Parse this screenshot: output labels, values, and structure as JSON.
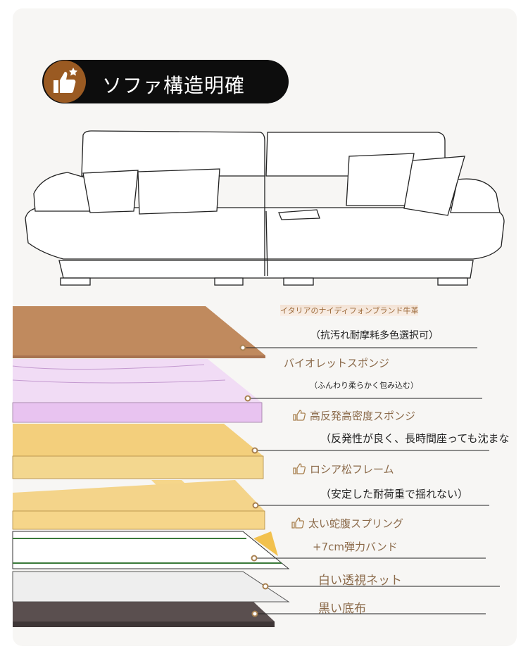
{
  "header": {
    "title": "ソファ構造明確",
    "icon": "thumbs-up-star-icon"
  },
  "colors": {
    "brand": "#9a5a22",
    "label": "#8b6a4a",
    "leather": "#c08a5e",
    "violet": "#e8c3f0",
    "sponge": "#f3cf7c",
    "frame": "#f6d68a",
    "base": "#5a4f4f"
  },
  "layers": [
    {
      "title": "イタリアのナイディフォンブランド牛革",
      "note": "（抗汚れ耐摩耗多色選択可）"
    },
    {
      "title": "バイオレットスポンジ",
      "note": "（ふんわり柔らかく包み込む）"
    },
    {
      "title": "高反発高密度スポンジ",
      "note": "（反発性が良く、長時間座っても沈まな",
      "icon": "thumbs-up-icon"
    },
    {
      "title": "ロシア松フレーム",
      "note": "（安定した耐荷重で揺れない）",
      "icon": "thumbs-up-icon"
    },
    {
      "title": "太い蛇腹スプリング",
      "note": "+7cm弾力バンド",
      "icon": "thumbs-up-icon"
    },
    {
      "title": "白い透視ネット"
    },
    {
      "title": "黒い底布"
    }
  ]
}
